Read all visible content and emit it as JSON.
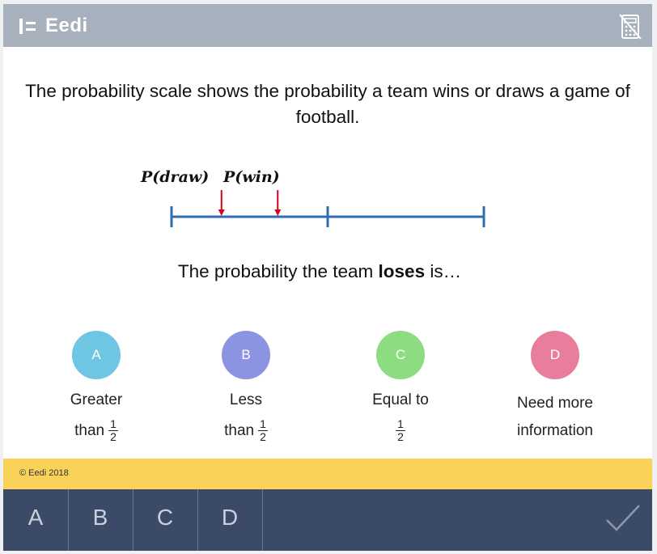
{
  "header": {
    "logo_text": "Eedi"
  },
  "question": {
    "text": "The probability scale shows the probability a team wins or draws a game of football."
  },
  "scale": {
    "label_draw": "P(draw)",
    "label_win": "P(win)",
    "draw_position": 0.16,
    "win_position": 0.34,
    "line_color": "#2e6db4",
    "arrow_color": "#d0021b"
  },
  "prompt": {
    "before": "The probability the team ",
    "bold": "loses",
    "after": " is…"
  },
  "options": [
    {
      "letter": "A",
      "line1": "Greater",
      "line2": "than",
      "frac_num": "1",
      "frac_den": "2",
      "color": "#6ec6e3"
    },
    {
      "letter": "B",
      "line1": "Less",
      "line2": "than",
      "frac_num": "1",
      "frac_den": "2",
      "color": "#8c93e3"
    },
    {
      "letter": "C",
      "line1": "Equal to",
      "line2": "",
      "frac_num": "1",
      "frac_den": "2",
      "color": "#8ddc82"
    },
    {
      "letter": "D",
      "line1": "Need more",
      "line2": "information",
      "color": "#e87e9c"
    }
  ],
  "footer": {
    "copyright": "© Eedi 2018"
  },
  "answer_bar": {
    "buttons": [
      "A",
      "B",
      "C",
      "D"
    ]
  }
}
